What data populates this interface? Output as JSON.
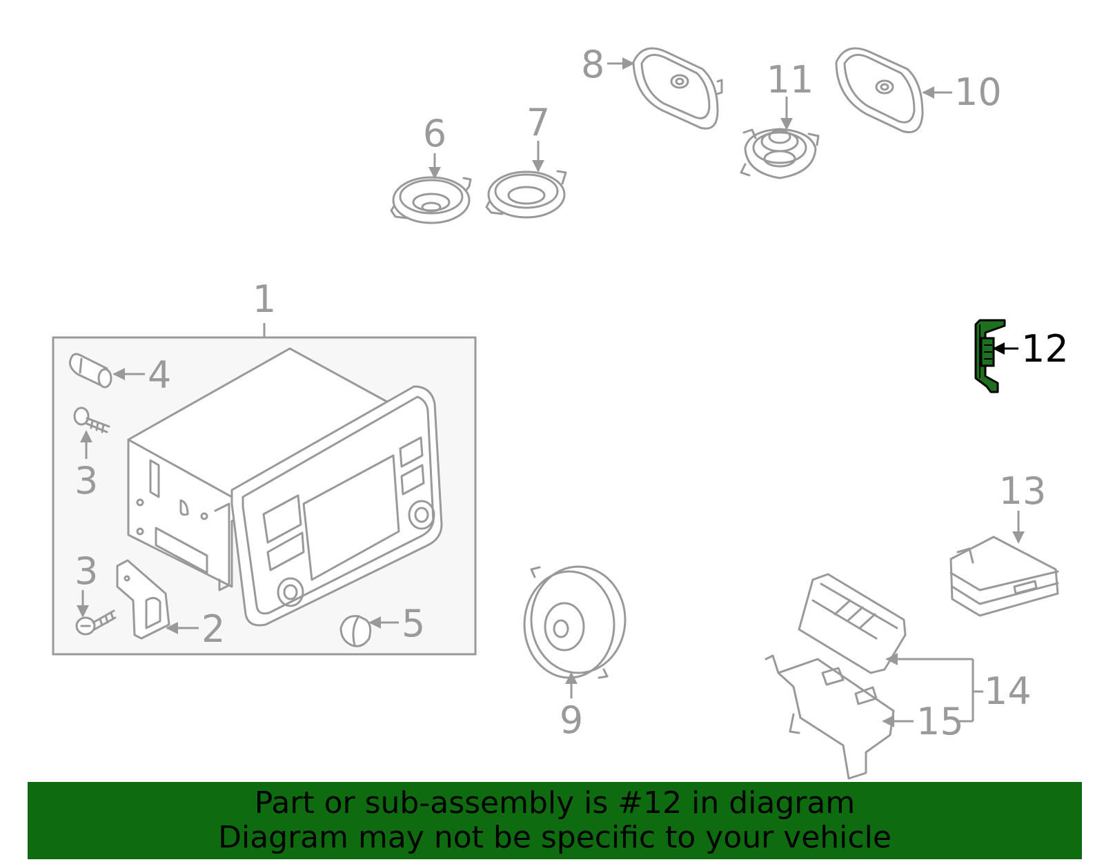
{
  "callouts": {
    "c1": "1",
    "c2": "2",
    "c3a": "3",
    "c3b": "3",
    "c4": "4",
    "c5": "5",
    "c6": "6",
    "c7": "7",
    "c8": "8",
    "c9": "9",
    "c10": "10",
    "c11": "11",
    "c12": "12",
    "c13": "13",
    "c14": "14",
    "c15": "15"
  },
  "highlight": {
    "part": "12",
    "color": "#1e6f1e"
  },
  "banner": {
    "line1": "Part or sub-assembly is #12 in diagram",
    "line2": "Diagram may not be specific to your vehicle",
    "color": "#0f6b0f"
  }
}
